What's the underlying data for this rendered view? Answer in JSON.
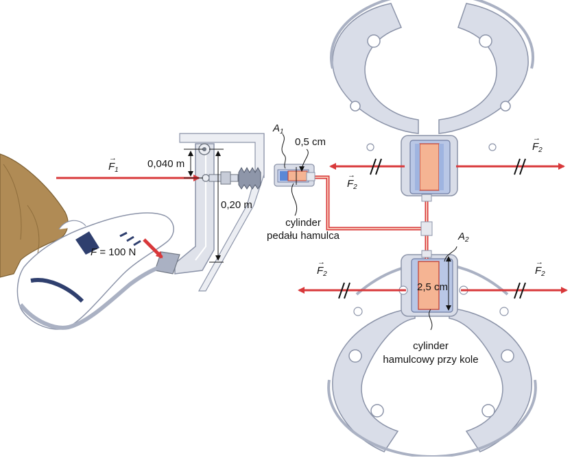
{
  "labels": {
    "f1": "F",
    "f1_sub": "1",
    "f2": "F",
    "f2_sub": "2",
    "a1": "A",
    "a1_sub": "1",
    "a2": "A",
    "a2_sub": "2",
    "force_f_italic": "F",
    "force_value": " = 100 N",
    "dim_lever_short": "0,040 m",
    "dim_lever_long": "0,20 m",
    "dim_master_diameter": "0,5 cm",
    "dim_wheel_diameter": "2,5 cm",
    "master_cylinder_line1": "cylinder",
    "master_cylinder_line2": "pedału hamulca",
    "wheel_cylinder_line1": "cylinder",
    "wheel_cylinder_line2": "hamulcowy przy kole"
  },
  "colors": {
    "arrow": "#d8383a",
    "pipe": "#d8383a",
    "fluid": "#f5b493",
    "metal": "#d9dde8",
    "metal_edge": "#8b93a8",
    "trouser": "#b08b55",
    "shoe": "#ffffff",
    "shoe_accent": "#2f3f6e"
  }
}
